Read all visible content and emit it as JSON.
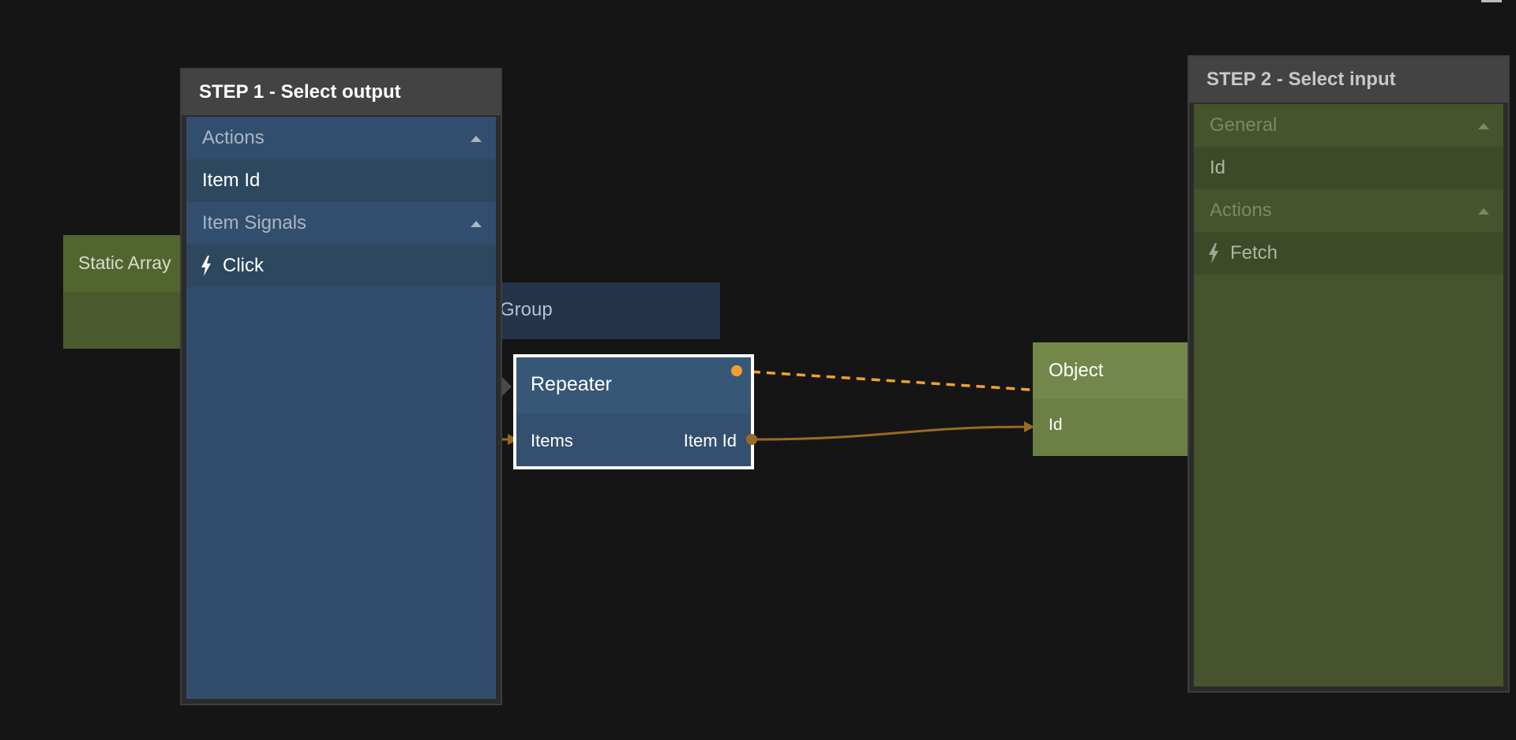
{
  "nodes": {
    "static_array": {
      "title": "Static Array"
    },
    "group": {
      "title": "Group"
    },
    "repeater": {
      "title": "Repeater",
      "input_port": "Items",
      "output_port": "Item Id"
    },
    "object": {
      "title": "Object",
      "input_port": "Id"
    }
  },
  "step1": {
    "title": "STEP 1 - Select output",
    "sections": [
      {
        "label": "Actions",
        "items": [
          {
            "label": "Item Id",
            "icon": ""
          }
        ]
      },
      {
        "label": "Item Signals",
        "items": [
          {
            "label": "Click",
            "icon": "lightning-icon"
          }
        ]
      }
    ]
  },
  "step2": {
    "title": "STEP 2 - Select input",
    "sections": [
      {
        "label": "General",
        "items": [
          {
            "label": "Id",
            "icon": ""
          }
        ]
      },
      {
        "label": "Actions",
        "items": [
          {
            "label": "Fetch",
            "icon": "lightning-icon"
          }
        ]
      }
    ]
  },
  "colors": {
    "canvas": "#151515",
    "blue_panel": "#324d6c",
    "green_panel": "#46532d",
    "signal_connection": "#f0a030",
    "data_connection": "#9a6a22"
  }
}
